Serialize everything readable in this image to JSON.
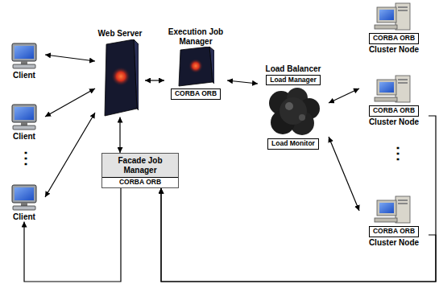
{
  "diagram": {
    "nodes": [
      {
        "text": [
          "Client"
        ]
      },
      {
        "text": [
          "Client"
        ]
      },
      {
        "text": [
          "Client"
        ]
      },
      {
        "text": [
          "Web Server"
        ]
      },
      {
        "text": [
          "Execution Job Manager"
        ]
      },
      {
        "text": [
          "CORBA ORB"
        ],
        "in": 4
      },
      {
        "text": [
          "Load Balancer"
        ]
      },
      {
        "text": [
          "Load Manager"
        ],
        "in": 6
      },
      {
        "text": [
          "Load Monitor"
        ],
        "in": 6
      },
      {
        "text": [
          "Facade Job Manager"
        ]
      },
      {
        "text": [
          "CORBA ORB"
        ],
        "in": 9
      },
      {
        "text": [
          "Cluster Node"
        ]
      },
      {
        "text": [
          "CORBA ORB"
        ],
        "in": 11
      },
      {
        "text": [
          "Cluster Node"
        ]
      },
      {
        "text": [
          "CORBA ORB"
        ],
        "in": 13
      },
      {
        "text": [
          "Cluster Node"
        ]
      },
      {
        "text": [
          "CORBA ORB"
        ],
        "in": 15
      }
    ],
    "edges": [
      {
        "from": 0,
        "to": 3,
        "arrow": "both"
      },
      {
        "from": 1,
        "to": 3,
        "arrow": "both"
      },
      {
        "from": 2,
        "to": 3,
        "arrow": "both"
      },
      {
        "from": 3,
        "to": 4,
        "arrow": "both"
      },
      {
        "from": 3,
        "to": 9,
        "arrow": "both"
      },
      {
        "from": 4,
        "to": 6,
        "arrow": "both"
      },
      {
        "from": 6,
        "to": 13,
        "arrow": "both"
      },
      {
        "from": 6,
        "to": 15,
        "arrow": "both"
      },
      {
        "from": 13,
        "to": 9,
        "arrow": "to"
      },
      {
        "from": 15,
        "to": 9,
        "arrow": "to"
      },
      {
        "from": 9,
        "to": 2,
        "arrow": "to"
      }
    ],
    "labels": [
      "⋮",
      "⋮"
    ]
  }
}
